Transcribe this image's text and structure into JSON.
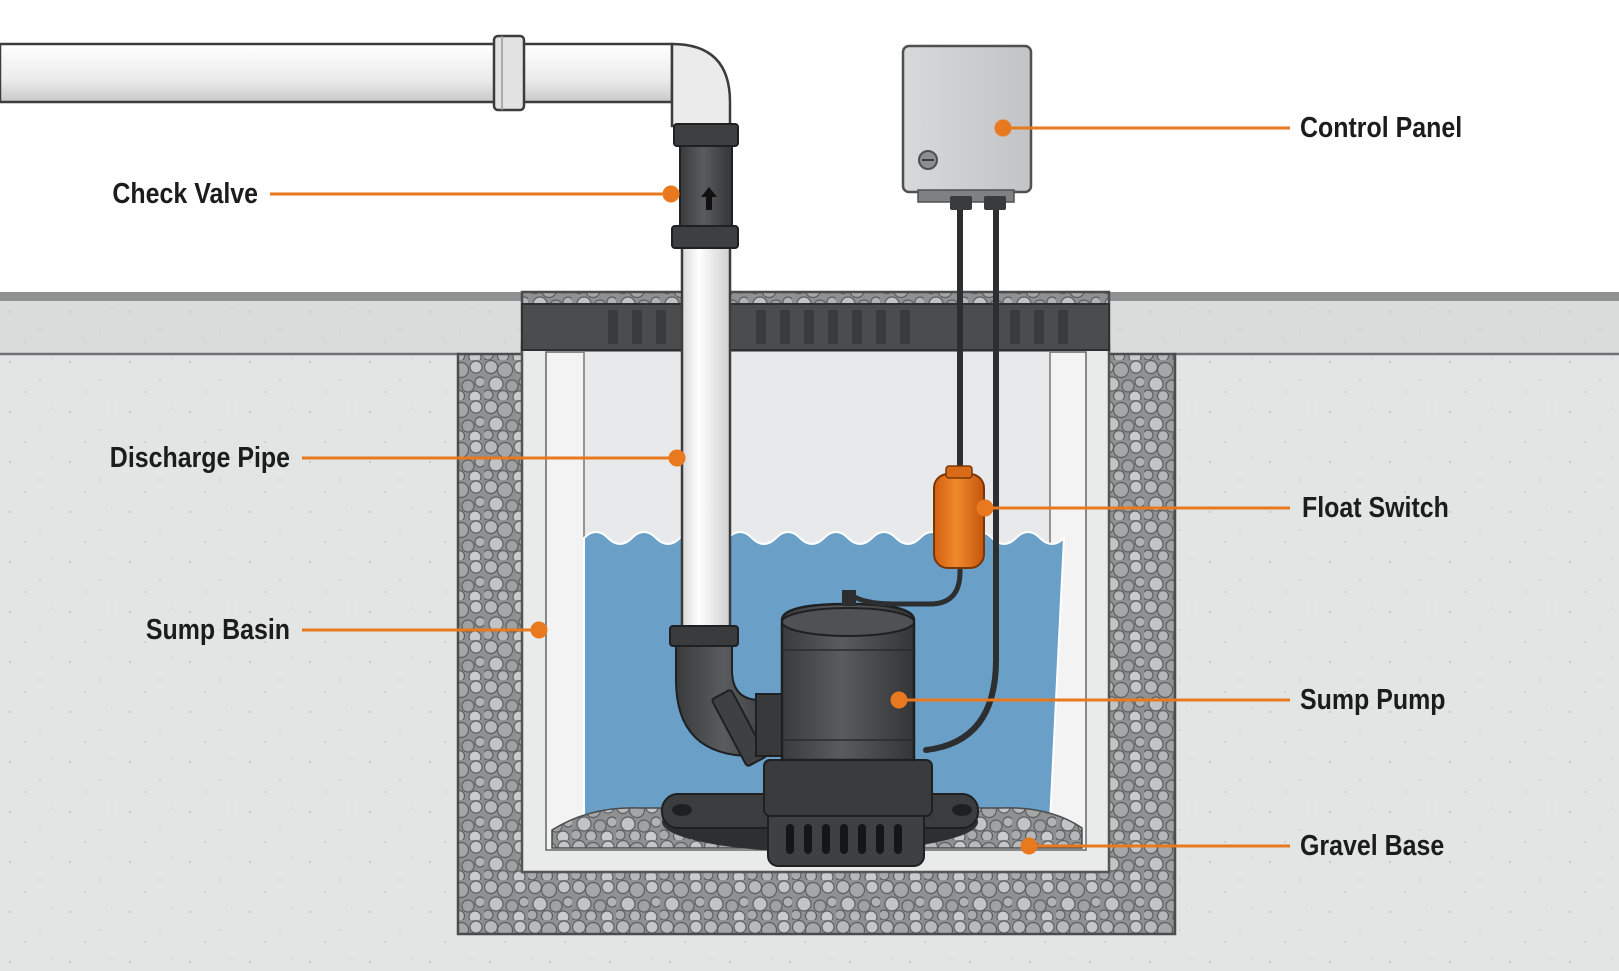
{
  "labels": {
    "check_valve": "Check Valve",
    "discharge_pipe": "Discharge Pipe",
    "sump_basin": "Sump Basin",
    "control_panel": "Control Panel",
    "float_switch": "Float Switch",
    "sump_pump": "Sump Pump",
    "gravel_base": "Gravel Base"
  },
  "colors": {
    "accent": "#e8791e",
    "water": "#6a9fc7",
    "pump": "#4a4b4d",
    "floor": "#e4e5e5",
    "slab": "#d9dada",
    "gravel": "#9c9ea0",
    "pipe": "#f0f0f0",
    "panel": "#cfd0d1"
  },
  "icons": {
    "check_valve_arrow": "up-arrow-icon"
  }
}
